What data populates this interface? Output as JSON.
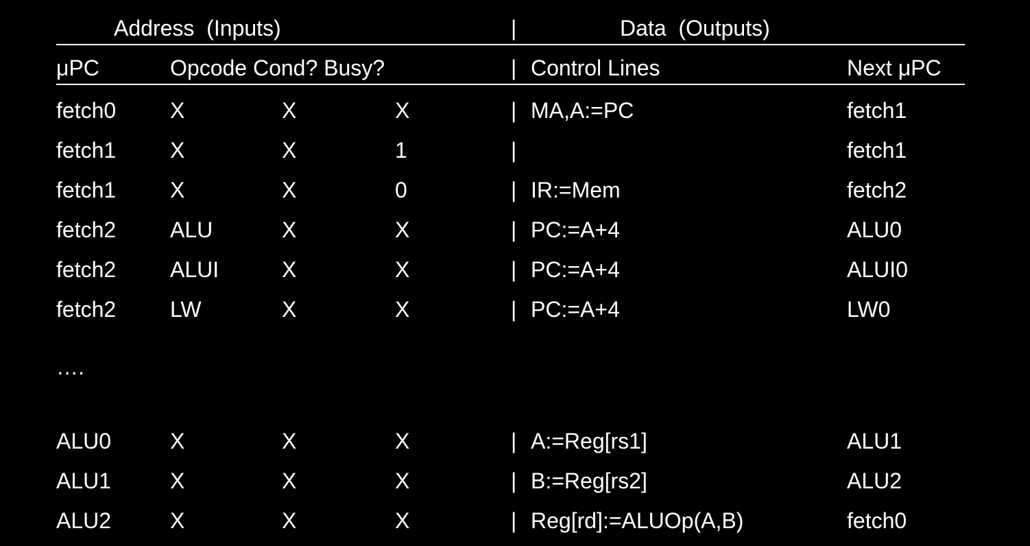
{
  "header": {
    "address_label": "Address  (Inputs)",
    "separator": "|",
    "data_label": "Data  (Outputs)"
  },
  "columns": {
    "upc": "μPC",
    "address_fields": "Opcode Cond? Busy?",
    "separator": "|",
    "control_lines": "Control Lines",
    "next_upc": "Next μPC"
  },
  "rows": [
    {
      "upc": "fetch0",
      "opcode": "X",
      "cond": "X",
      "busy": "X",
      "bar": "|",
      "control": "MA,A:=PC",
      "next": "fetch1"
    },
    {
      "upc": "fetch1",
      "opcode": "X",
      "cond": "X",
      "busy": "1",
      "bar": "|",
      "control": "",
      "next": "fetch1"
    },
    {
      "upc": "fetch1",
      "opcode": "X",
      "cond": "X",
      "busy": "0",
      "bar": "|",
      "control": "IR:=Mem",
      "next": "fetch2"
    },
    {
      "upc": "fetch2",
      "opcode": "ALU",
      "cond": "X",
      "busy": "X",
      "bar": "|",
      "control": "PC:=A+4",
      "next": "ALU0"
    },
    {
      "upc": "fetch2",
      "opcode": "ALUI",
      "cond": "X",
      "busy": "X",
      "bar": "|",
      "control": "PC:=A+4",
      "next": "ALUI0"
    },
    {
      "upc": "fetch2",
      "opcode": "LW",
      "cond": "X",
      "busy": "X",
      "bar": "|",
      "control": "PC:=A+4",
      "next": "LW0"
    }
  ],
  "ellipsis": "….",
  "rows_alu": [
    {
      "upc": "ALU0",
      "opcode": "X",
      "cond": "X",
      "busy": "X",
      "bar": "|",
      "control": "A:=Reg[rs1]",
      "next": "ALU1"
    },
    {
      "upc": "ALU1",
      "opcode": "X",
      "cond": "X",
      "busy": "X",
      "bar": "|",
      "control": "B:=Reg[rs2]",
      "next": "ALU2"
    },
    {
      "upc": "ALU2",
      "opcode": "X",
      "cond": "X",
      "busy": "X",
      "bar": "|",
      "control": "Reg[rd]:=ALUOp(A,B)",
      "next": "fetch0"
    }
  ]
}
